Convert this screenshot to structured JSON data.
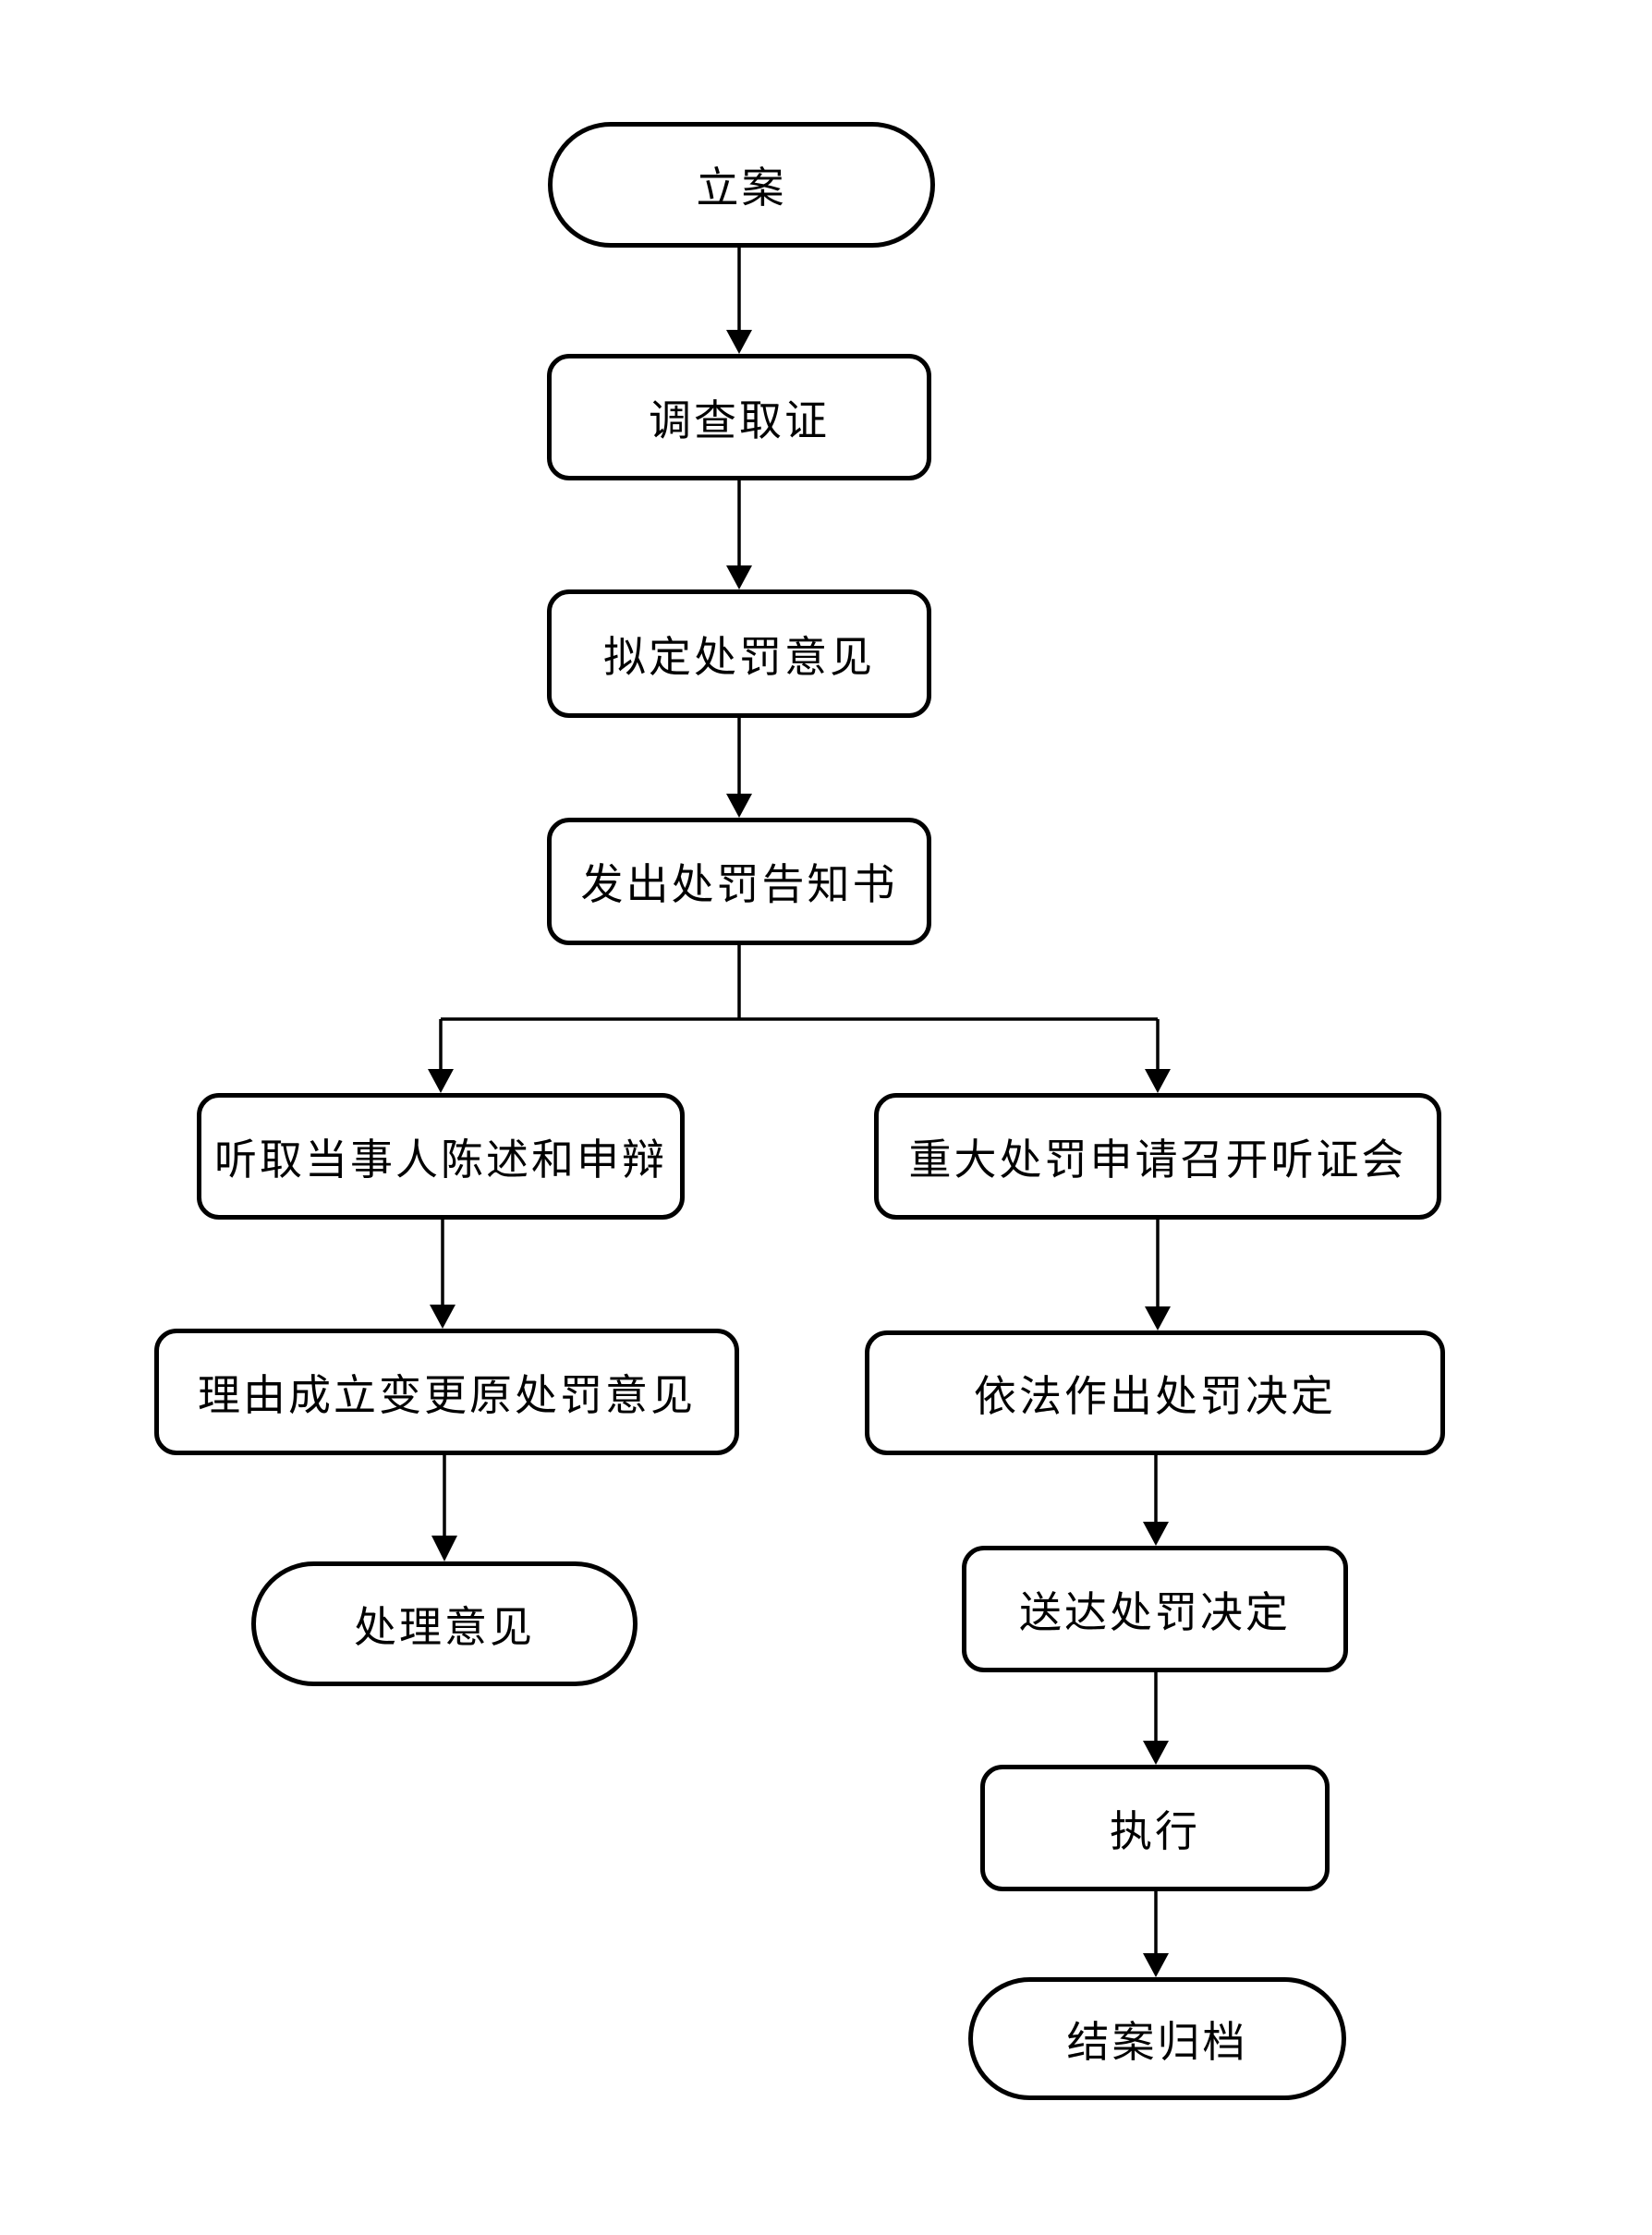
{
  "diagram": {
    "type": "flowchart",
    "background_color": "#ffffff",
    "stroke_color": "#000000",
    "fill_color": "#ffffff",
    "nodes": [
      {
        "id": "case-filing",
        "label": "立案",
        "shape": "stadium"
      },
      {
        "id": "investigation",
        "label": "调查取证",
        "shape": "rounded-rect"
      },
      {
        "id": "draft-penalty-opinion",
        "label": "拟定处罚意见",
        "shape": "rounded-rect"
      },
      {
        "id": "penalty-notice",
        "label": "发出处罚告知书",
        "shape": "rounded-rect"
      },
      {
        "id": "hear-statement-defense",
        "label": "听取当事人陈述和申辩",
        "shape": "rounded-rect"
      },
      {
        "id": "major-penalty-hearing",
        "label": "重大处罚申请召开听证会",
        "shape": "rounded-rect"
      },
      {
        "id": "change-original-opinion",
        "label": "理由成立变更原处罚意见",
        "shape": "rounded-rect"
      },
      {
        "id": "make-penalty-decision",
        "label": "依法作出处罚决定",
        "shape": "rounded-rect"
      },
      {
        "id": "handling-opinion",
        "label": "处理意见",
        "shape": "stadium"
      },
      {
        "id": "deliver-penalty-decision",
        "label": "送达处罚决定",
        "shape": "rounded-rect"
      },
      {
        "id": "execution",
        "label": "执行",
        "shape": "rounded-rect"
      },
      {
        "id": "close-and-archive",
        "label": "结案归档",
        "shape": "stadium"
      }
    ],
    "edges": [
      {
        "from": "case-filing",
        "to": "investigation"
      },
      {
        "from": "investigation",
        "to": "draft-penalty-opinion"
      },
      {
        "from": "draft-penalty-opinion",
        "to": "penalty-notice"
      },
      {
        "from": "penalty-notice",
        "to": "hear-statement-defense"
      },
      {
        "from": "penalty-notice",
        "to": "major-penalty-hearing"
      },
      {
        "from": "hear-statement-defense",
        "to": "change-original-opinion"
      },
      {
        "from": "change-original-opinion",
        "to": "handling-opinion"
      },
      {
        "from": "major-penalty-hearing",
        "to": "make-penalty-decision"
      },
      {
        "from": "make-penalty-decision",
        "to": "deliver-penalty-decision"
      },
      {
        "from": "deliver-penalty-decision",
        "to": "execution"
      },
      {
        "from": "execution",
        "to": "close-and-archive"
      }
    ]
  }
}
